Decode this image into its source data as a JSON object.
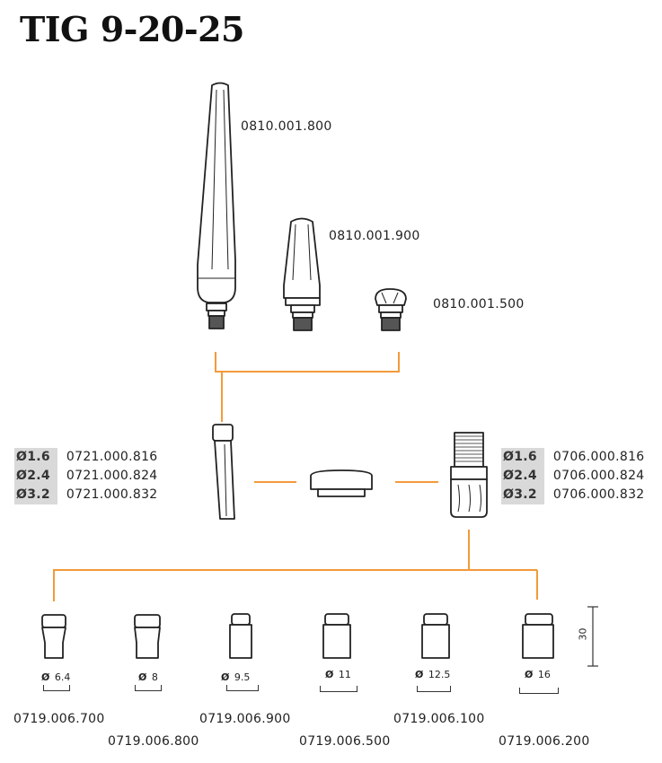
{
  "title": "TIG 9-20-25",
  "caps": [
    {
      "part": "0810.001.800"
    },
    {
      "part": "0810.001.900"
    },
    {
      "part": "0810.001.500"
    }
  ],
  "collet": {
    "rows": [
      {
        "size": "Ø1.6",
        "part": "0721.000.816"
      },
      {
        "size": "Ø2.4",
        "part": "0721.000.824"
      },
      {
        "size": "Ø3.2",
        "part": "0721.000.832"
      }
    ]
  },
  "collet_body": {
    "rows": [
      {
        "size": "Ø1.6",
        "part": "0706.000.816"
      },
      {
        "size": "Ø2.4",
        "part": "0706.000.824"
      },
      {
        "size": "Ø3.2",
        "part": "0706.000.832"
      }
    ]
  },
  "nozzles": [
    {
      "diameter": "6.4",
      "part": "0719.006.700"
    },
    {
      "diameter": "8",
      "part": "0719.006.800"
    },
    {
      "diameter": "9.5",
      "part": "0719.006.900"
    },
    {
      "diameter": "11",
      "part": "0719.006.500"
    },
    {
      "diameter": "12.5",
      "part": "0719.006.100"
    },
    {
      "diameter": "16",
      "part": "0719.006.200"
    }
  ],
  "diameter_symbol": "Ø",
  "length_dim": "30",
  "colors": {
    "connector": "#f39a3a",
    "outline": "#222222",
    "highlight": "#d9d9d9"
  }
}
